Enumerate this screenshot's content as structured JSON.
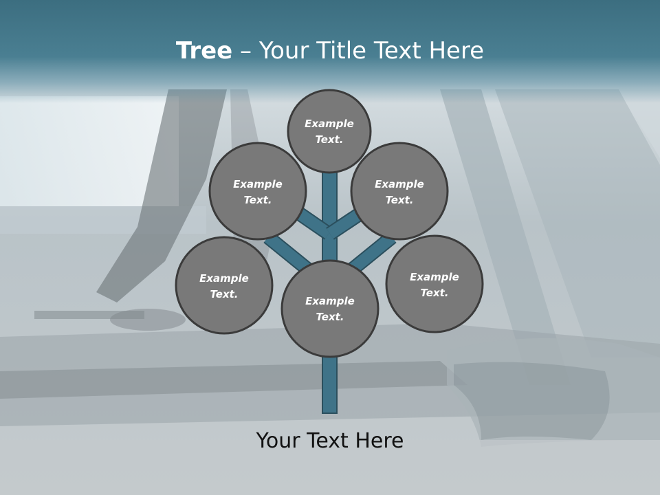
{
  "slide": {
    "title_bold": "Tree",
    "title_rest": " – Your Title Text Here",
    "caption": "Your Text Here",
    "nodes": [
      {
        "line1": "Example",
        "line2": "Text."
      },
      {
        "line1": "Example",
        "line2": "Text."
      },
      {
        "line1": "Example",
        "line2": "Text."
      },
      {
        "line1": "Example",
        "line2": "Text."
      },
      {
        "line1": "Example",
        "line2": "Text."
      },
      {
        "line1": "Example",
        "line2": "Text."
      }
    ]
  },
  "colors": {
    "header": "#3c6e80",
    "branch": "#3f7388",
    "node_fill": "#797979",
    "node_stroke": "#3b3b3b",
    "title_text": "#ffffff",
    "caption_text": "#111111"
  }
}
